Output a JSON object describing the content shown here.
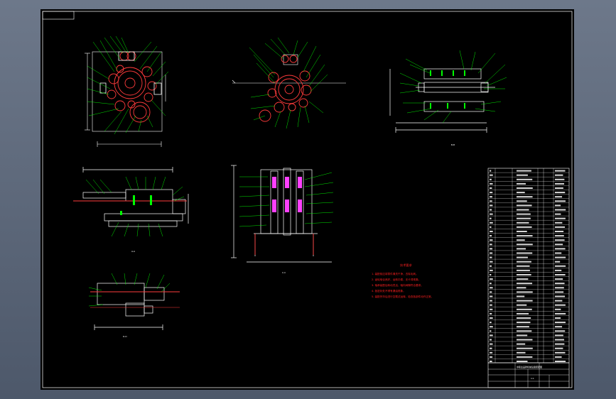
{
  "canvas": {
    "background": "#000000",
    "frame_color": "#ffffff"
  },
  "colors": {
    "outline": "#ffffff",
    "leader": "#00ff00",
    "gear": "#ff3b3b",
    "highlight": "#ff40ff",
    "note": "#ff2020"
  },
  "views": [
    {
      "id": "front-view-left",
      "caption": ""
    },
    {
      "id": "front-view-center",
      "caption": ""
    },
    {
      "id": "section-top-right",
      "caption": "B-B"
    },
    {
      "id": "section-middle-left",
      "caption": "A-A"
    },
    {
      "id": "section-middle-center",
      "caption": "C-C"
    },
    {
      "id": "section-bottom-left",
      "caption": "D-D"
    }
  ],
  "notes": {
    "title": "技术要求",
    "items": [
      "1. 装配前应将零件清洗干净，去除毛刺。",
      "2. 齿轮啮合良好，运转平稳，无卡滞现象。",
      "3. 轴承装配后转动灵活，轴向间隙符合要求。",
      "4. 各密封处不得有漏油现象。",
      "5. 装配完毕后进行空载试运转，检查各部件动作正常。"
    ]
  },
  "title_block": {
    "name": "中职业品牌机械设备装配图",
    "scale": "1:1"
  }
}
